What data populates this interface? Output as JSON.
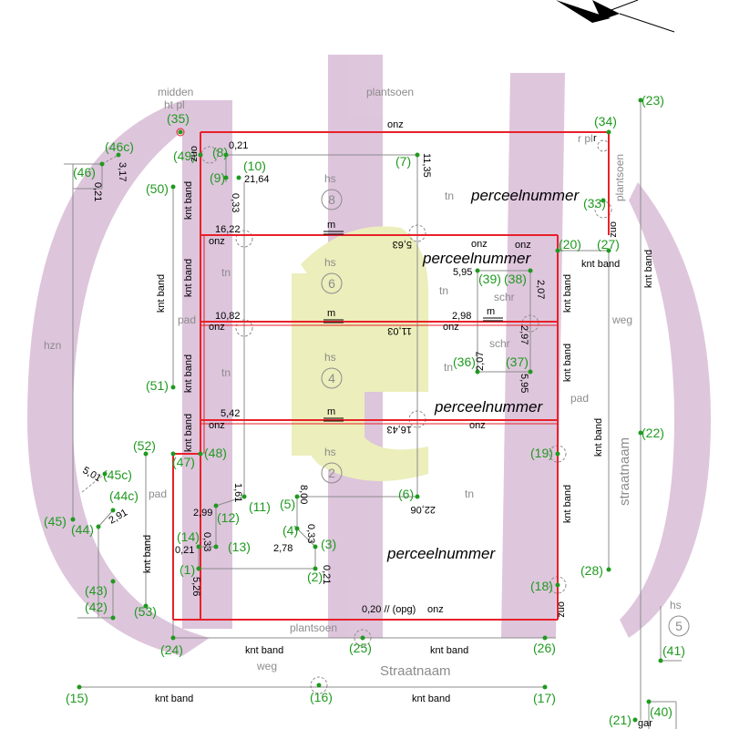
{
  "parcel_label": "perceelnummer",
  "street_name": "Straatnaam",
  "street_name_side": "straatnaam",
  "labels": {
    "midden": "midden",
    "ht_pl": "ht pl",
    "plantsoen": "plantsoen",
    "onz": "onz",
    "tn": "tn",
    "hs": "hs",
    "m": "m",
    "pad": "pad",
    "knt_band": "knt band",
    "hzn": "hzn",
    "weg": "weg",
    "schr": "schr",
    "r_pl": "r pl",
    "opg": "0,20 // (opg)",
    "gar": "gar"
  },
  "house_numbers": [
    "8",
    "6",
    "4",
    "2",
    "5"
  ],
  "measurements": [
    "0,21",
    "21,64",
    "0,33",
    "11,35",
    "16,22",
    "5,63",
    "10,82",
    "11,03",
    "2,98",
    "5,95",
    "2,07",
    "2,97",
    "2,07",
    "5,95",
    "5,42",
    "16,43",
    "3,17",
    "0,21",
    "5,01",
    "2,91",
    "1,61",
    "2,99",
    "0,33",
    "0,21",
    "5,26",
    "8,00",
    "2,78",
    "0,33",
    "0,21",
    "22,06"
  ],
  "points": [
    "(1)",
    "(2)",
    "(3)",
    "(4)",
    "(5)",
    "(6)",
    "(7)",
    "(8)",
    "(9)",
    "(10)",
    "(11)",
    "(12)",
    "(13)",
    "(14)",
    "(15)",
    "(16)",
    "(17)",
    "(18)",
    "(19)",
    "(20)",
    "(21)",
    "(22)",
    "(23)",
    "(24)",
    "(25)",
    "(26)",
    "(27)",
    "(28)",
    "(33)",
    "(34)",
    "(35)",
    "(36)",
    "(37)",
    "(38)",
    "(39)",
    "(40)",
    "(41)",
    "(42)",
    "(43)",
    "(44)",
    "(44c)",
    "(45)",
    "(45c)",
    "(46)",
    "(46c)",
    "(47)",
    "(48)",
    "(49)",
    "(50)",
    "(51)",
    "(52)",
    "(53)"
  ],
  "colors": {
    "boundary": "#e8202a",
    "points": "#1f9a1f",
    "watermark_pink": "#d8bcd6",
    "watermark_yellow": "#e9ecb0",
    "grey_text": "#8c8c8c"
  }
}
